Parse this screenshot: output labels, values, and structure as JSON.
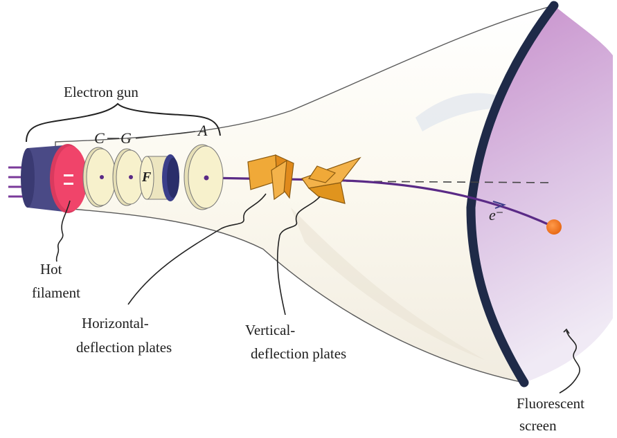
{
  "labels": {
    "electron_gun": "Electron gun",
    "cathode": "C",
    "grid": "G",
    "focus": "F",
    "anode": "A",
    "hot_filament_1": "Hot",
    "hot_filament_2": "filament",
    "horizontal_1": "Horizontal-",
    "horizontal_2": "deflection plates",
    "vertical_1": "Vertical-",
    "vertical_2": "deflection plates",
    "fluorescent_1": "Fluorescent",
    "fluorescent_2": "screen",
    "electron": "e⁻"
  },
  "colors": {
    "tube_glass": "#fbf9f2",
    "screen_top": "#c790cc",
    "screen_bottom": "#ece4f3",
    "screen_rim": "#1f2a48",
    "beam": "#5a2a86",
    "plates": "#f0a938",
    "filament": "#f0446a",
    "cathode_base": "#4a4a86",
    "electrode": "#f7f1cc",
    "impact_spot": "#f07a22"
  }
}
